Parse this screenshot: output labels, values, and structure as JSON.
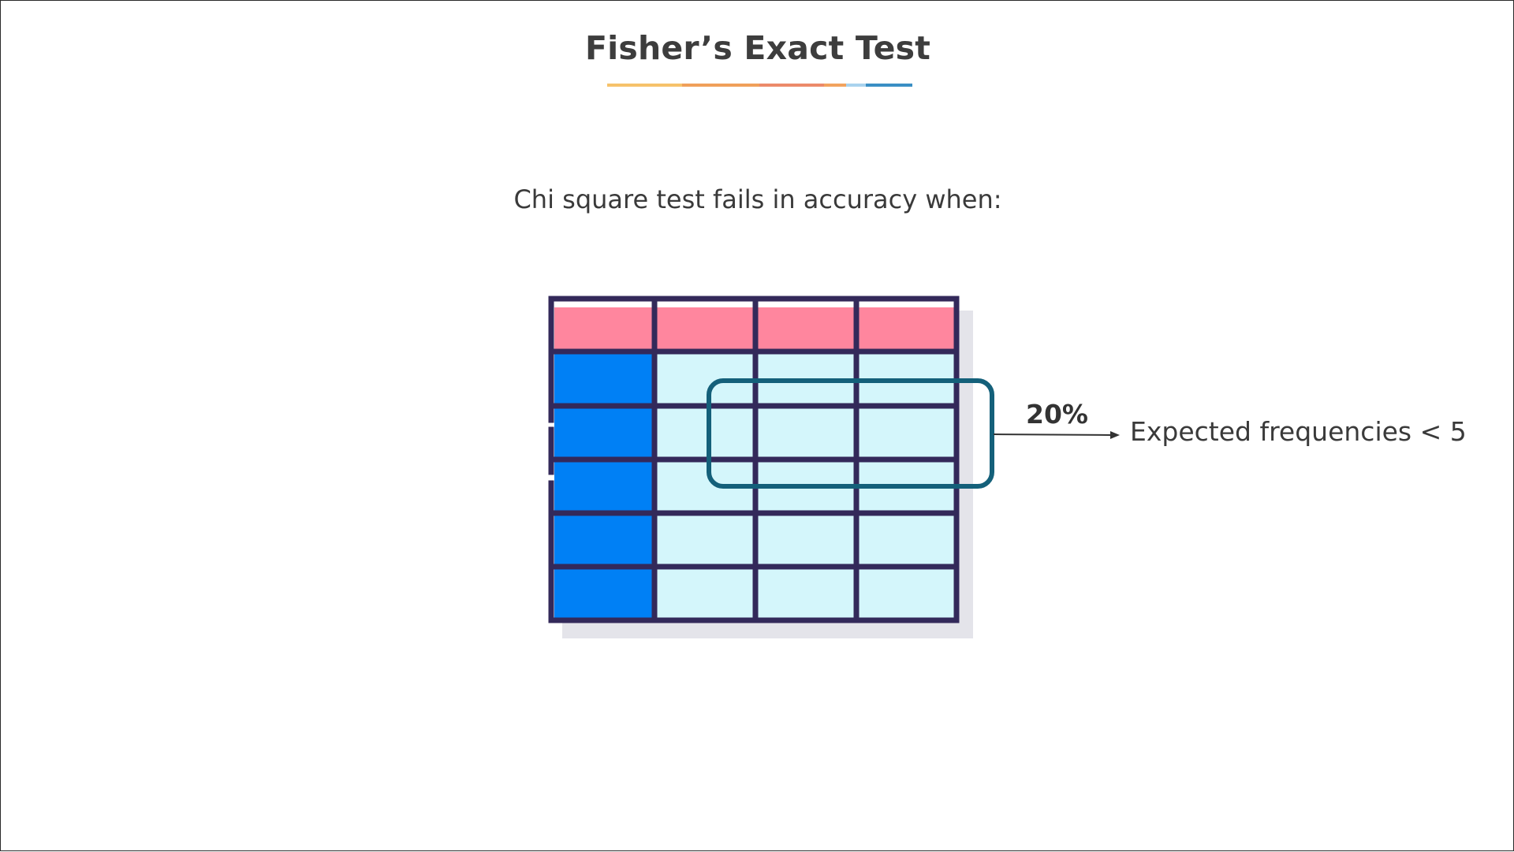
{
  "slide": {
    "title": "Fisher’s Exact Test",
    "subtitle": "Chi square test fails in accuracy when:",
    "underline_colors": [
      "#f6c26b",
      "#f0a05a",
      "#ec8a6a",
      "#f2a35e",
      "#a9d3ee",
      "#3a8fc4"
    ]
  },
  "diagram": {
    "table": {
      "rows": 6,
      "columns": 4,
      "header_color": "#ff869e",
      "row_header_color": "#0080f5",
      "cell_color": "#d4f6fb",
      "line_color": "#33295a",
      "shadow_color": "#e4e4ea"
    },
    "highlight_color": "#14607a",
    "callout": {
      "percent": "20%",
      "condition": "Expected frequencies < 5"
    }
  }
}
